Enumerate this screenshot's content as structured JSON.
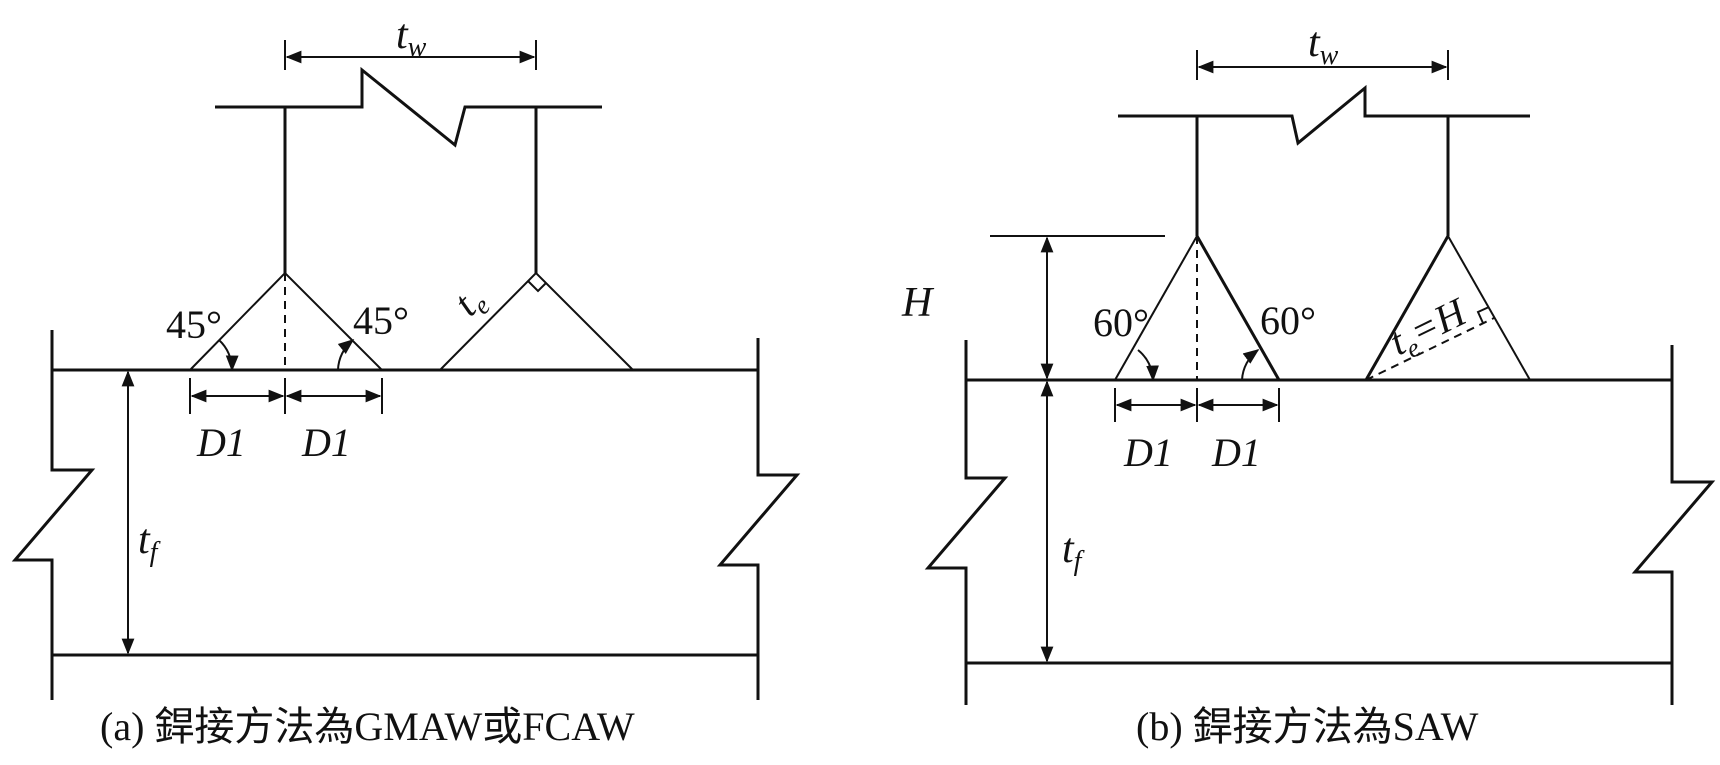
{
  "panel_a": {
    "caption": "(a) 銲接方法為GMAW或FCAW",
    "tw_label": "t",
    "tw_sub": "w",
    "tf_label": "t",
    "tf_sub": "f",
    "te_label": "t",
    "te_sub": "e",
    "angle_left": "45°",
    "angle_right": "45°",
    "d1_left": "D1",
    "d1_right": "D1"
  },
  "panel_b": {
    "caption": "(b) 銲接方法為SAW",
    "tw_label": "t",
    "tw_sub": "w",
    "tf_label": "t",
    "tf_sub": "f",
    "h_label": "H",
    "te_label": "t",
    "te_sub": "e",
    "te_eq": "=H",
    "angle_left": "60°",
    "angle_right": "60°",
    "d1_left": "D1",
    "d1_right": "D1"
  }
}
